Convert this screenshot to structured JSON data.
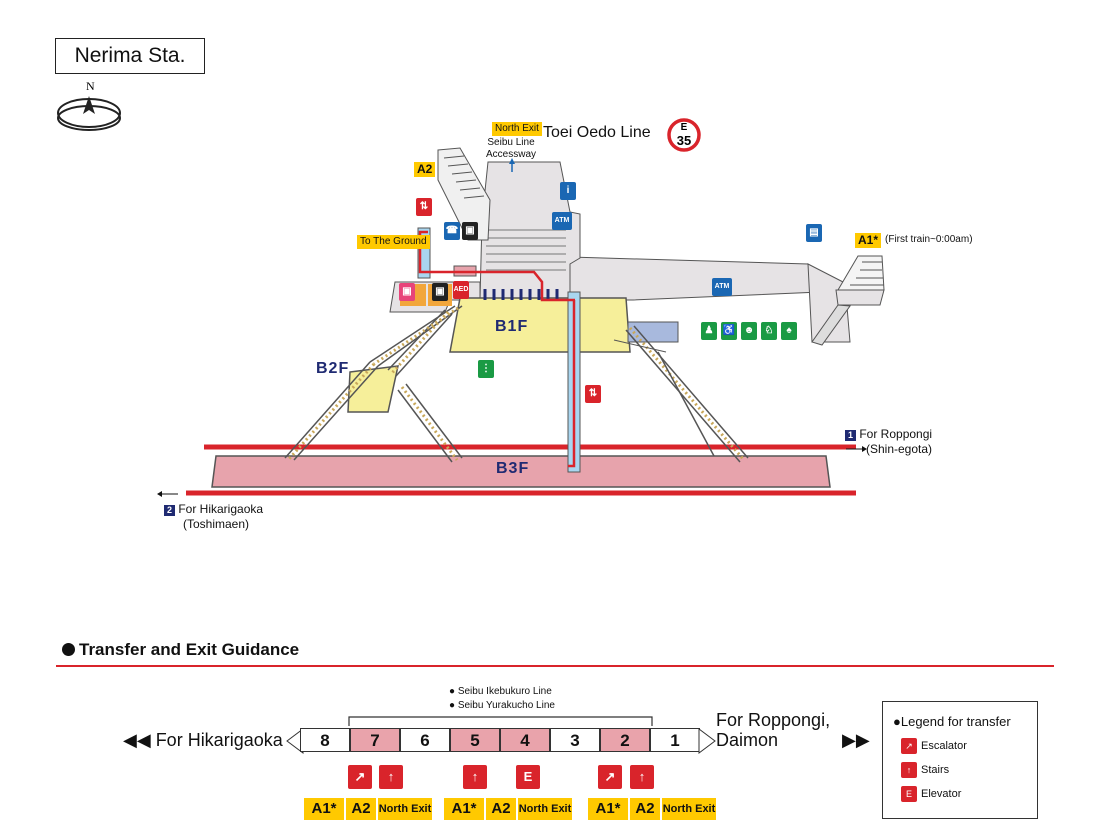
{
  "station": {
    "name": "Nerima Sta."
  },
  "compass": {
    "north_label": "N"
  },
  "map": {
    "line": {
      "name": "Toei Oedo Line",
      "code_letter": "E",
      "code_number": "35",
      "color": "#d9242b"
    },
    "north_exit_tag": "North Exit",
    "seibu_accessway": "Seibu Line\nAccessway",
    "exit_a2": "A2",
    "exit_a1": "A1*",
    "a1_note": "(First train~0:00am)",
    "to_ground": "To The Ground",
    "atm_label": "ATM",
    "aed_label": "AED",
    "floors": {
      "b1": "B1F",
      "b2": "B2F",
      "b3": "B3F"
    },
    "direction_1": {
      "number": "1",
      "label": "For Roppongi",
      "sub": "(Shin-egota)"
    },
    "direction_2": {
      "number": "2",
      "label": "For Hikarigaoka",
      "sub": "(Toshimaen)"
    },
    "icons": [
      "elevator-icon",
      "telephone-icon",
      "office-icon",
      "ticket-icon",
      "atm-icon",
      "toilet-icon",
      "accessible-toilet-icon",
      "baby-room-icon",
      "multipurpose-toilet-icon",
      "locker-icon",
      "escalator-icon",
      "stairs-icon",
      "aed-icon",
      "info-icon"
    ],
    "colors": {
      "concourse": "#f6ef9a",
      "platform": "#e7a3ac",
      "track": "#d9242b",
      "accent_yellow": "#ffc900",
      "green_pict": "#1a9a44",
      "blue_pict": "#1a67b3"
    }
  },
  "guidance": {
    "title": "Transfer and Exit Guidance",
    "seibu_lines": [
      "Seibu Ikebukuro Line",
      "Seibu Yurakucho Line"
    ],
    "left_direction": "For Hikarigaoka",
    "right_direction_1": "For Roppongi,",
    "right_direction_2": "Daimon",
    "cars": [
      {
        "num": "8",
        "highlight": false
      },
      {
        "num": "7",
        "highlight": true
      },
      {
        "num": "6",
        "highlight": false
      },
      {
        "num": "5",
        "highlight": true
      },
      {
        "num": "4",
        "highlight": true
      },
      {
        "num": "3",
        "highlight": false
      },
      {
        "num": "2",
        "highlight": true
      },
      {
        "num": "1",
        "highlight": false
      }
    ],
    "exit_groups": [
      {
        "a1": "A1*",
        "a2": "A2",
        "north": "North Exit"
      },
      {
        "a1": "A1*",
        "a2": "A2",
        "north": "North Exit"
      },
      {
        "a1": "A1*",
        "a2": "A2",
        "north": "North Exit"
      }
    ]
  },
  "legend": {
    "title": "Legend for transfer",
    "items": [
      "Escalator",
      "Stairs",
      "Elevator"
    ]
  }
}
